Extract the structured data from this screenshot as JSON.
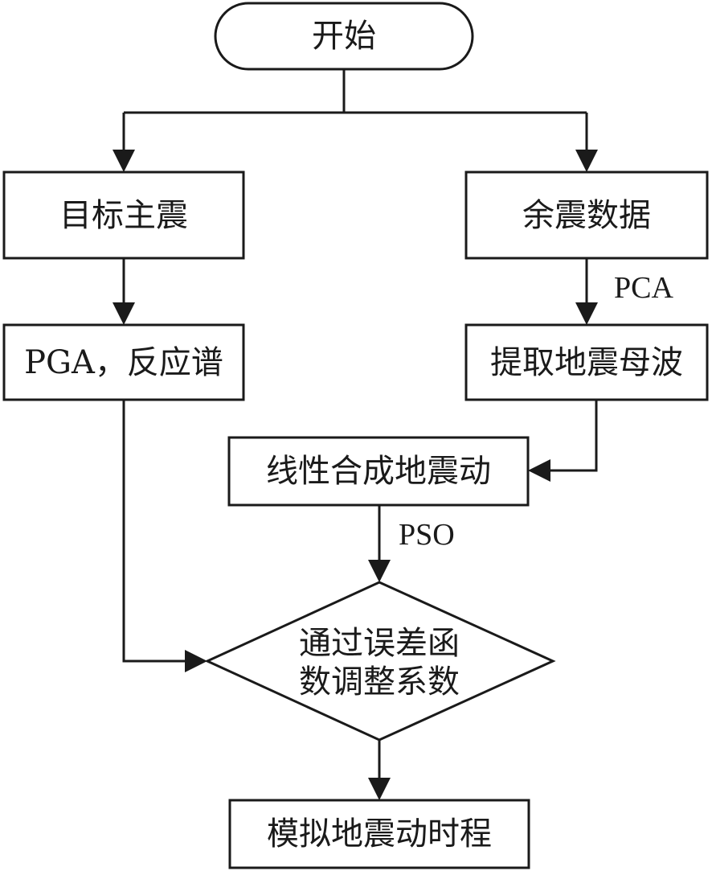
{
  "nodes": {
    "start": "开始",
    "target_mainshock": "目标主震",
    "aftershock_data": "余震数据",
    "pga_spectrum": "PGA，反应谱",
    "extract_mother_wave": "提取地震母波",
    "linear_synthesis": "线性合成地震动",
    "decision_line1": "通过误差函",
    "decision_line2": "数调整系数",
    "simulated_history": "模拟地震动时程"
  },
  "edges": {
    "pca": "PCA",
    "pso": "PSO"
  },
  "colors": {
    "stroke": "#1a1a1a",
    "fill": "#ffffff"
  }
}
